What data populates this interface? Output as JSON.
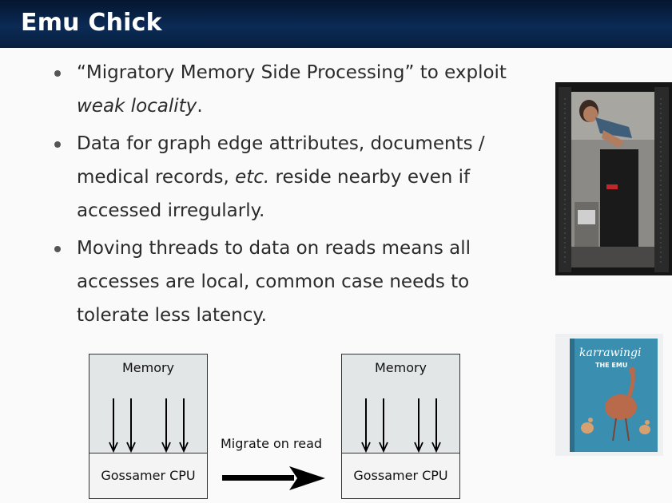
{
  "slide": {
    "title": "Emu Chick",
    "bullets": [
      {
        "parts": [
          {
            "text": "“Migratory Memory Side Processing” to exploit "
          },
          {
            "text": "weak locality",
            "italic": true
          },
          {
            "text": "."
          }
        ]
      },
      {
        "parts": [
          {
            "text": "Data for graph edge attributes, documents / medical records, "
          },
          {
            "text": "etc.",
            "italic": true
          },
          {
            "text": " reside nearby even if accessed irregularly."
          }
        ]
      },
      {
        "parts": [
          {
            "text": "Moving threads to data on reads means all accesses are local, common case needs to tolerate less latency."
          }
        ]
      }
    ]
  },
  "diagram": {
    "left": {
      "memory_label": "Memory",
      "cpu_label": "Gossamer CPU"
    },
    "right": {
      "memory_label": "Memory",
      "cpu_label": "Gossamer CPU"
    },
    "transition_label": "Migrate on read"
  },
  "images": {
    "book_cover_text": [
      "karrawingi",
      "THE EMU"
    ]
  },
  "colors": {
    "title_bar": "#0b2a55",
    "title_text": "#ffffff",
    "box_fill": "#e3e6e6",
    "book_cover": "#3a8fb0"
  }
}
